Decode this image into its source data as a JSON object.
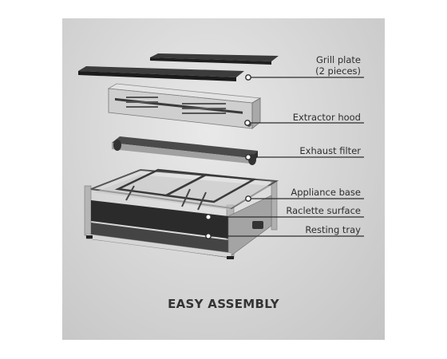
{
  "title": "EASY ASSEMBLY",
  "parts": [
    {
      "id": "grill-plate",
      "lines": [
        "Grill plate",
        "(2 pieces)"
      ]
    },
    {
      "id": "extractor-hood",
      "lines": [
        "Extractor hood"
      ]
    },
    {
      "id": "exhaust-filter",
      "lines": [
        "Exhaust filter"
      ]
    },
    {
      "id": "appliance-base",
      "lines": [
        "Appliance base"
      ]
    },
    {
      "id": "raclette-surface",
      "lines": [
        "Raclette surface"
      ]
    },
    {
      "id": "resting-tray",
      "lines": [
        "Resting tray"
      ]
    }
  ],
  "colors": {
    "background": "#d6d6d6",
    "text": "#2e2e2e",
    "metal": "#bdbdbd",
    "dark": "#2a2a2a"
  }
}
